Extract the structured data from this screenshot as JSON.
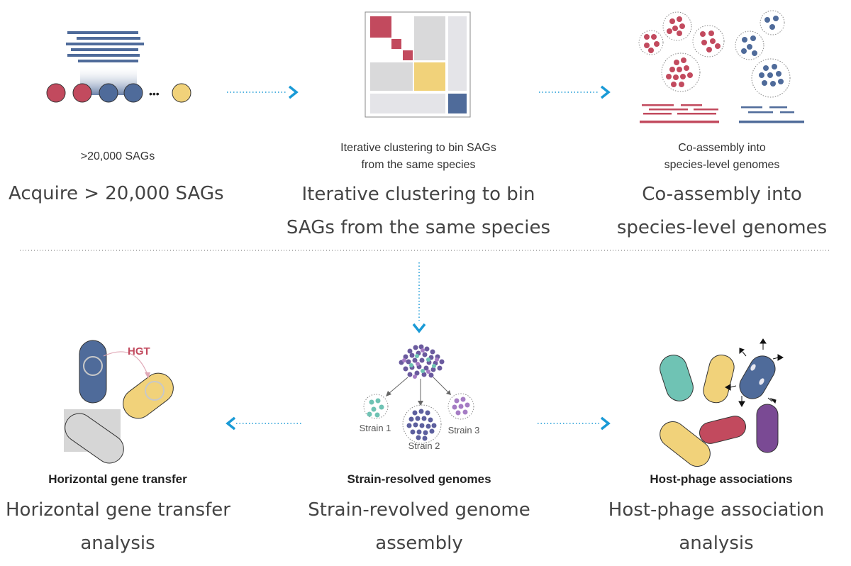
{
  "top": {
    "acquire": {
      "small_label": ">20,000 SAGs",
      "big_label": "Acquire > 20,000 SAGs",
      "ellipsis": "•••"
    },
    "clustering": {
      "small_line1": "Iterative clustering to bin SAGs",
      "small_line2": "from the same species",
      "big_line1": "Iterative clustering to bin",
      "big_line2": "SAGs from the same species"
    },
    "coassembly": {
      "small_line1": "Co-assembly into",
      "small_line2": "species-level genomes",
      "big_line1": "Co-assembly into",
      "big_line2": "species-level genomes"
    }
  },
  "bottom": {
    "hgt": {
      "icon_label": "HGT",
      "bold_label": "Horizontal gene transfer",
      "big_line1": "Horizontal gene transfer",
      "big_line2": "analysis"
    },
    "strain": {
      "strain_labels": [
        "Strain 1",
        "Strain 2",
        "Strain 3"
      ],
      "bold_label": "Strain-resolved genomes",
      "big_line1": "Strain-revolved genome",
      "big_line2": "assembly"
    },
    "phage": {
      "bold_label": "Host-phage associations",
      "big_line1": "Host-phage association",
      "big_line2": "analysis"
    }
  },
  "colors": {
    "red": "#c24a5e",
    "blue": "#4f6b9a",
    "yellow": "#f1d27a",
    "teal": "#6fc3b4",
    "purple": "#7a4a94",
    "gray": "#d6d6d6",
    "arrow": "#1a9ad6"
  }
}
